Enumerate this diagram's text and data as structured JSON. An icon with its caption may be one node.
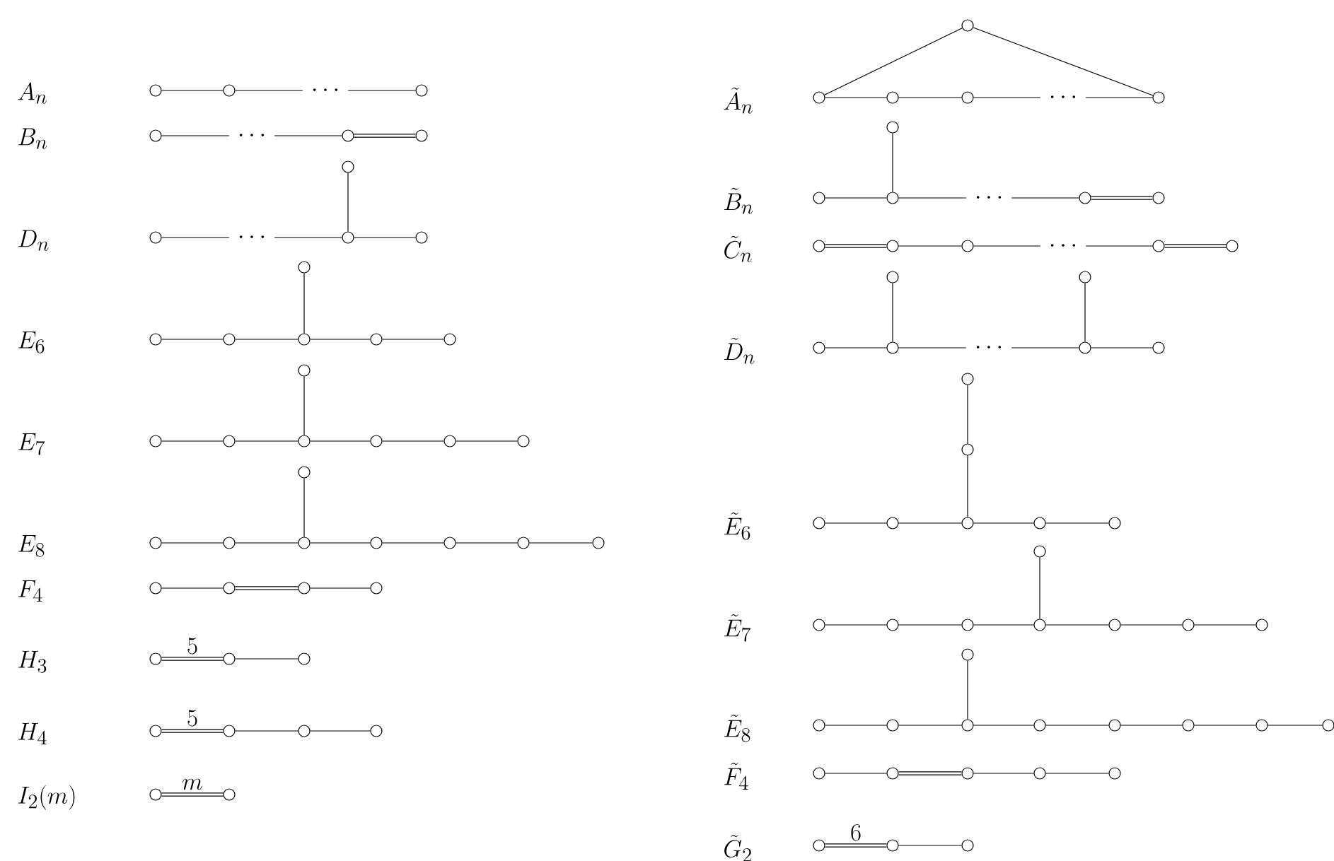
{
  "diagram": {
    "nodes": [
      {
        "text": [],
        "shape": "circle"
      },
      {
        "text": [],
        "shape": "circle"
      },
      {
        "text": [],
        "shape": "circle"
      },
      {
        "text": [],
        "shape": "circle"
      },
      {
        "text": [],
        "shape": "circle"
      },
      {
        "text": [],
        "shape": "circle"
      },
      {
        "text": [],
        "shape": "circle"
      },
      {
        "text": [],
        "shape": "circle"
      },
      {
        "text": [],
        "shape": "circle"
      },
      {
        "text": [],
        "shape": "circle"
      },
      {
        "text": [],
        "shape": "circle"
      },
      {
        "text": [],
        "shape": "circle"
      },
      {
        "text": [],
        "shape": "circle"
      },
      {
        "text": [],
        "shape": "circle"
      },
      {
        "text": [],
        "shape": "circle"
      },
      {
        "text": [],
        "shape": "circle"
      },
      {
        "text": [],
        "shape": "circle"
      },
      {
        "text": [],
        "shape": "circle"
      },
      {
        "text": [],
        "shape": "circle"
      },
      {
        "text": [],
        "shape": "circle"
      },
      {
        "text": [],
        "shape": "circle"
      },
      {
        "text": [],
        "shape": "circle"
      },
      {
        "text": [],
        "shape": "circle"
      },
      {
        "text": [],
        "shape": "circle"
      },
      {
        "text": [],
        "shape": "circle"
      },
      {
        "text": [],
        "shape": "circle"
      },
      {
        "text": [],
        "shape": "circle"
      },
      {
        "text": [],
        "shape": "circle"
      },
      {
        "text": [],
        "shape": "circle"
      },
      {
        "text": [],
        "shape": "circle"
      },
      {
        "text": [],
        "shape": "circle"
      },
      {
        "text": [],
        "shape": "circle"
      },
      {
        "text": [],
        "shape": "circle"
      },
      {
        "text": [],
        "shape": "circle"
      },
      {
        "text": [],
        "shape": "circle"
      },
      {
        "text": [],
        "shape": "circle"
      },
      {
        "text": [],
        "shape": "circle"
      },
      {
        "text": [],
        "shape": "circle"
      },
      {
        "text": [],
        "shape": "circle"
      },
      {
        "text": [],
        "shape": "circle"
      },
      {
        "text": [],
        "shape": "circle"
      },
      {
        "text": [],
        "shape": "circle"
      },
      {
        "text": [],
        "shape": "circle"
      },
      {
        "text": [],
        "shape": "circle"
      },
      {
        "text": [],
        "shape": "circle"
      },
      {
        "text": [],
        "shape": "circle"
      },
      {
        "text": [],
        "shape": "circle"
      },
      {
        "text": [],
        "shape": "circle"
      },
      {
        "text": [],
        "shape": "circle"
      },
      {
        "text": [],
        "shape": "circle"
      },
      {
        "text": [],
        "shape": "circle"
      },
      {
        "text": [],
        "shape": "circle"
      },
      {
        "text": [],
        "shape": "circle"
      },
      {
        "text": [],
        "shape": "circle"
      },
      {
        "text": [],
        "shape": "circle"
      },
      {
        "text": [],
        "shape": "circle"
      },
      {
        "text": [],
        "shape": "circle"
      },
      {
        "text": [],
        "shape": "circle"
      },
      {
        "text": [],
        "shape": "circle"
      },
      {
        "text": [],
        "shape": "circle"
      },
      {
        "text": [],
        "shape": "circle"
      },
      {
        "text": [],
        "shape": "circle"
      },
      {
        "text": [],
        "shape": "circle"
      },
      {
        "text": [],
        "shape": "circle"
      },
      {
        "text": [],
        "shape": "circle"
      },
      {
        "text": [],
        "shape": "circle"
      },
      {
        "text": [],
        "shape": "circle"
      },
      {
        "text": [],
        "shape": "circle"
      },
      {
        "text": [],
        "shape": "circle"
      },
      {
        "text": [],
        "shape": "circle"
      },
      {
        "text": [],
        "shape": "circle"
      },
      {
        "text": [],
        "shape": "circle"
      },
      {
        "text": [],
        "shape": "circle"
      },
      {
        "text": [],
        "shape": "circle"
      },
      {
        "text": [],
        "shape": "circle"
      },
      {
        "text": [],
        "shape": "circle"
      },
      {
        "text": [],
        "shape": "circle"
      },
      {
        "text": [],
        "shape": "circle"
      },
      {
        "text": [],
        "shape": "circle"
      },
      {
        "text": [],
        "shape": "circle"
      },
      {
        "text": [],
        "shape": "circle"
      },
      {
        "text": [],
        "shape": "circle"
      },
      {
        "text": [],
        "shape": "circle"
      },
      {
        "text": [],
        "shape": "circle"
      },
      {
        "text": [],
        "shape": "circle"
      },
      {
        "text": [],
        "shape": "circle"
      },
      {
        "text": [],
        "shape": "circle"
      },
      {
        "text": [],
        "shape": "circle"
      },
      {
        "text": [],
        "shape": "circle"
      },
      {
        "text": [],
        "shape": "circle"
      },
      {
        "text": [],
        "shape": "circle"
      },
      {
        "text": [],
        "shape": "circle"
      },
      {
        "text": [],
        "shape": "circle"
      },
      {
        "text": [],
        "shape": "circle"
      },
      {
        "text": [],
        "shape": "circle"
      },
      {
        "text": [],
        "shape": "circle"
      },
      {
        "text": [],
        "shape": "circle"
      }
    ],
    "edges": [
      {
        "from": 0,
        "to": 1,
        "arrow": "none"
      },
      {
        "from": 1,
        "to": 2,
        "arrow": "none",
        "label": "\\cdots"
      },
      {
        "from": 3,
        "to": 4,
        "arrow": "none",
        "label": "\\cdots"
      },
      {
        "from": 4,
        "to": 5,
        "arrow": "none",
        "style": "thick"
      },
      {
        "from": 6,
        "to": 8,
        "arrow": "none"
      },
      {
        "from": 7,
        "to": 8,
        "arrow": "none",
        "label": "\\cdots"
      },
      {
        "from": 8,
        "to": 9,
        "arrow": "none"
      },
      {
        "from": 10,
        "to": 13,
        "arrow": "none"
      },
      {
        "from": 11,
        "to": 12,
        "arrow": "none"
      },
      {
        "from": 12,
        "to": 13,
        "arrow": "none"
      },
      {
        "from": 13,
        "to": 14,
        "arrow": "none"
      },
      {
        "from": 14,
        "to": 15,
        "arrow": "none"
      },
      {
        "from": 16,
        "to": 19,
        "arrow": "none"
      },
      {
        "from": 17,
        "to": 18,
        "arrow": "none"
      },
      {
        "from": 18,
        "to": 19,
        "arrow": "none"
      },
      {
        "from": 19,
        "to": 20,
        "arrow": "none"
      },
      {
        "from": 20,
        "to": 21,
        "arrow": "none"
      },
      {
        "from": 21,
        "to": 22,
        "arrow": "none"
      },
      {
        "from": 23,
        "to": 26,
        "arrow": "none"
      },
      {
        "from": 24,
        "to": 25,
        "arrow": "none"
      },
      {
        "from": 25,
        "to": 26,
        "arrow": "none"
      },
      {
        "from": 26,
        "to": 27,
        "arrow": "none"
      },
      {
        "from": 27,
        "to": 28,
        "arrow": "none"
      },
      {
        "from": 28,
        "to": 29,
        "arrow": "none"
      },
      {
        "from": 29,
        "to": 30,
        "arrow": "none"
      },
      {
        "from": 31,
        "to": 32,
        "arrow": "none"
      },
      {
        "from": 32,
        "to": 33,
        "arrow": "none",
        "style": "thick"
      },
      {
        "from": 33,
        "to": 34,
        "arrow": "none"
      },
      {
        "from": 35,
        "to": 36,
        "arrow": "none",
        "style": "thick",
        "label": "5"
      },
      {
        "from": 36,
        "to": 37,
        "arrow": "none"
      },
      {
        "from": 38,
        "to": 39,
        "arrow": "none",
        "style": "thick",
        "label": "5"
      },
      {
        "from": 39,
        "to": 40,
        "arrow": "none"
      },
      {
        "from": 40,
        "to": 41,
        "arrow": "none"
      },
      {
        "from": 42,
        "to": 43,
        "arrow": "none",
        "style": "thick",
        "label": "m"
      },
      {
        "from": 44,
        "to": 45,
        "arrow": "none"
      },
      {
        "from": 44,
        "to": 48,
        "arrow": "none"
      },
      {
        "from": 45,
        "to": 46,
        "arrow": "none"
      },
      {
        "from": 46,
        "to": 47,
        "arrow": "none"
      },
      {
        "from": 47,
        "to": 48,
        "arrow": "none",
        "label": "\\cdots"
      },
      {
        "from": 49,
        "to": 51,
        "arrow": "none"
      },
      {
        "from": 50,
        "to": 51,
        "arrow": "none"
      },
      {
        "from": 51,
        "to": 52,
        "arrow": "none",
        "label": "\\cdots"
      },
      {
        "from": 52,
        "to": 53,
        "arrow": "none",
        "style": "thick"
      },
      {
        "from": 54,
        "to": 55,
        "arrow": "none",
        "style": "thick"
      },
      {
        "from": 55,
        "to": 56,
        "arrow": "none"
      },
      {
        "from": 56,
        "to": 57,
        "arrow": "none",
        "label": "\\cdots"
      },
      {
        "from": 57,
        "to": 58,
        "arrow": "none",
        "style": "thick"
      },
      {
        "from": 59,
        "to": 62,
        "arrow": "none"
      },
      {
        "from": 60,
        "to": 63,
        "arrow": "none"
      },
      {
        "from": 61,
        "to": 62,
        "arrow": "none"
      },
      {
        "from": 62,
        "to": 63,
        "arrow": "none",
        "label": "\\cdots"
      },
      {
        "from": 63,
        "to": 64,
        "arrow": "none"
      },
      {
        "from": 65,
        "to": 66,
        "arrow": "none"
      },
      {
        "from": 66,
        "to": 69,
        "arrow": "none"
      },
      {
        "from": 67,
        "to": 68,
        "arrow": "none"
      },
      {
        "from": 68,
        "to": 69,
        "arrow": "none"
      },
      {
        "from": 69,
        "to": 70,
        "arrow": "none"
      },
      {
        "from": 70,
        "to": 71,
        "arrow": "none"
      },
      {
        "from": 72,
        "to": 76,
        "arrow": "none"
      },
      {
        "from": 73,
        "to": 74,
        "arrow": "none"
      },
      {
        "from": 74,
        "to": 75,
        "arrow": "none"
      },
      {
        "from": 75,
        "to": 76,
        "arrow": "none"
      },
      {
        "from": 76,
        "to": 77,
        "arrow": "none"
      },
      {
        "from": 77,
        "to": 78,
        "arrow": "none"
      },
      {
        "from": 78,
        "to": 79,
        "arrow": "none"
      },
      {
        "from": 80,
        "to": 83,
        "arrow": "none"
      },
      {
        "from": 81,
        "to": 82,
        "arrow": "none"
      },
      {
        "from": 82,
        "to": 83,
        "arrow": "none"
      },
      {
        "from": 83,
        "to": 84,
        "arrow": "none"
      },
      {
        "from": 84,
        "to": 85,
        "arrow": "none"
      },
      {
        "from": 85,
        "to": 86,
        "arrow": "none"
      },
      {
        "from": 86,
        "to": 87,
        "arrow": "none"
      },
      {
        "from": 87,
        "to": 88,
        "arrow": "none"
      },
      {
        "from": 89,
        "to": 90,
        "arrow": "none"
      },
      {
        "from": 90,
        "to": 91,
        "arrow": "none",
        "style": "thick"
      },
      {
        "from": 91,
        "to": 92,
        "arrow": "none"
      },
      {
        "from": 92,
        "to": 93,
        "arrow": "none"
      },
      {
        "from": 94,
        "to": 95,
        "arrow": "none",
        "style": "thick",
        "label": "6"
      },
      {
        "from": 95,
        "to": 96,
        "arrow": "none"
      }
    ],
    "labels": [
      "A_n",
      "B_n",
      "D_n",
      "E_6",
      "E_7",
      "E_8",
      "F_4",
      "H_3",
      "H_4",
      "I_2(m)",
      "\\tilde{A}_n",
      "\\tilde{B}_n",
      "\\tilde{C}_n",
      "\\tilde{D}_n",
      "\\tilde{E}_6",
      "\\tilde{E}_7",
      "\\tilde{E}_8",
      "\\tilde{F}_4",
      "\\tilde{G}_2"
    ]
  }
}
